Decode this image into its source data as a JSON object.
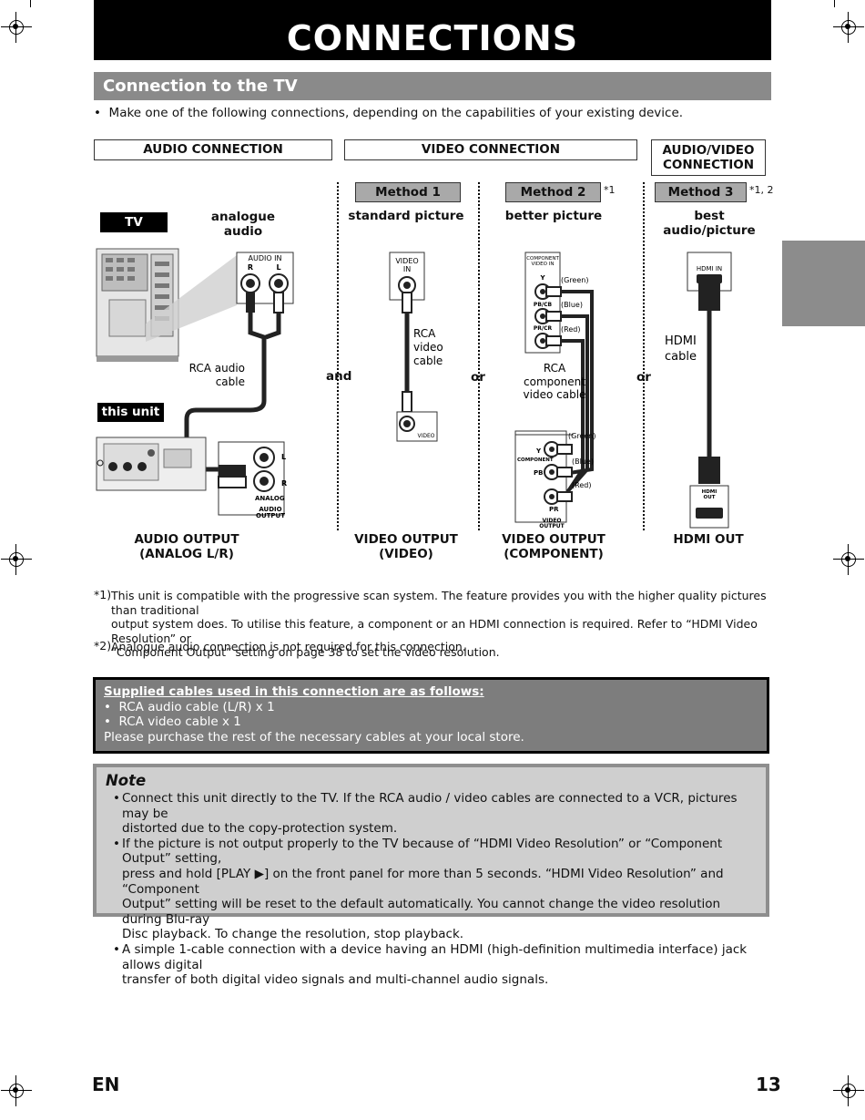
{
  "page": {
    "title": "CONNECTIONS",
    "section": "Connection to the TV",
    "intro": "Make one of the following connections, depending on the capabilities of your existing device.",
    "lang": "EN",
    "page_number": "13"
  },
  "headers": {
    "audio": "AUDIO CONNECTION",
    "video": "VIDEO CONNECTION",
    "av_line1": "AUDIO/VIDEO",
    "av_line2": "CONNECTION"
  },
  "methods": [
    {
      "label": "Method 1",
      "sub": "standard picture",
      "mark": ""
    },
    {
      "label": "Method 2",
      "sub": "better picture",
      "mark": "*1"
    },
    {
      "label": "Method 3",
      "sub": "best audio/picture",
      "mark": "*1, 2"
    }
  ],
  "diagram": {
    "tv_tag": "TV",
    "unit_tag": "this unit",
    "analogue_audio": "analogue audio",
    "audio_in": "AUDIO IN",
    "r": "R",
    "l": "L",
    "rca_audio_cable_1": "RCA audio",
    "rca_audio_cable_2": "cable",
    "analog": "ANALOG",
    "audio_output_1": "AUDIO",
    "audio_output_2": "OUTPUT",
    "video_in_1": "VIDEO",
    "video_in_2": "IN",
    "rca_video_1": "RCA",
    "rca_video_2": "video",
    "rca_video_3": "cable",
    "video_jack": "VIDEO",
    "comp_in_1": "COMPONENT",
    "comp_in_2": "VIDEO IN",
    "y": "Y",
    "pb_cb": "PB/CB",
    "pr_cr": "PR/CR",
    "green": "(Green)",
    "blue": "(Blue)",
    "red": "(Red)",
    "rca_comp_1": "RCA",
    "rca_comp_2": "component",
    "rca_comp_3": "video cable",
    "component": "COMPONENT",
    "pb": "PB",
    "pr": "PR",
    "video_output_1": "VIDEO",
    "video_output_2": "OUTPUT",
    "hdmi_in": "HDMI IN",
    "hdmi_cable_1": "HDMI",
    "hdmi_cable_2": "cable",
    "hdmi_out_small_1": "HDMI",
    "hdmi_out_small_2": "OUT",
    "and": "and",
    "or": "or"
  },
  "outputs": {
    "audio_1": "AUDIO OUTPUT",
    "audio_2": "(ANALOG L/R)",
    "video_1": "VIDEO OUTPUT",
    "video_2": "(VIDEO)",
    "comp_1": "VIDEO OUTPUT",
    "comp_2": "(COMPONENT)",
    "hdmi": "HDMI OUT"
  },
  "footnotes": [
    {
      "mark": "*1)",
      "lines": [
        "This unit is compatible with the progressive scan system. The feature provides you with the higher quality pictures than traditional",
        "output system does. To utilise this feature, a component or an HDMI connection is required. Refer to “HDMI Video Resolution” or",
        "“Component Output” setting on page 38 to set the video resolution."
      ]
    },
    {
      "mark": "*2)",
      "lines": [
        "Analogue audio connection is not required for this connection."
      ]
    }
  ],
  "supplied": {
    "heading": "Supplied cables used in this connection are as follows:",
    "items": [
      "RCA audio cable (L/R) x 1",
      "RCA video cable x 1"
    ],
    "tail": "Please purchase the rest of the necessary cables at your local store."
  },
  "note": {
    "title": "Note",
    "items": [
      [
        "Connect this unit directly to the TV. If the RCA audio / video cables are connected to a VCR, pictures may be",
        "distorted due to the copy-protection system."
      ],
      [
        "If the picture is not output properly to the TV because of “HDMI Video Resolution” or “Component Output” setting,",
        "press and hold [PLAY ▶] on the front panel for more than 5 seconds. “HDMI Video Resolution” and “Component",
        "Output” setting will be reset to the default automatically. You cannot change the video resolution during Blu-ray",
        "Disc playback. To change the resolution, stop playback."
      ],
      [
        "A simple 1-cable connection with a device having an HDMI (high-definition multimedia interface) jack allows digital",
        "transfer of both digital video signals and multi-channel audio signals."
      ]
    ]
  },
  "colors": {
    "gray_bar": "#8a8a8a",
    "method_fill": "#a9a9a9",
    "note_bg": "#cfcfcf",
    "supplied_bg": "#7d7d7d"
  }
}
